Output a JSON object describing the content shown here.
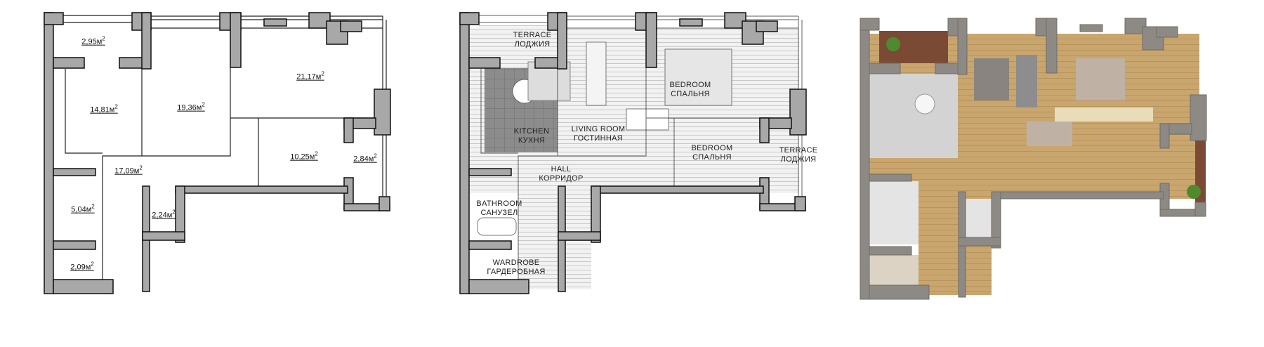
{
  "plans": {
    "area_plan": {
      "unit": "м",
      "unit_power": "2",
      "rooms": [
        {
          "area": "2,95"
        },
        {
          "area": "14,81"
        },
        {
          "area": "19,36"
        },
        {
          "area": "21,17"
        },
        {
          "area": "17,09"
        },
        {
          "area": "10,25"
        },
        {
          "area": "2,84"
        },
        {
          "area": "5,04"
        },
        {
          "area": "2,24"
        },
        {
          "area": "2,09"
        }
      ]
    },
    "furnished_plan": {
      "rooms": [
        {
          "en": "TERRACE",
          "ru": "ЛОДЖИЯ"
        },
        {
          "en": "KITCHEN",
          "ru": "КУХНЯ"
        },
        {
          "en": "LIVING ROOM",
          "ru": "ГОСТИННАЯ"
        },
        {
          "en": "BEDROOM",
          "ru": "СПАЛЬНЯ"
        },
        {
          "en": "BEDROOM",
          "ru": "СПАЛЬНЯ"
        },
        {
          "en": "TERRACE",
          "ru": "ЛОДЖИЯ"
        },
        {
          "en": "HALL",
          "ru": "КОРРИДОР"
        },
        {
          "en": "BATHROOM",
          "ru": "САНУЗЕЛ"
        },
        {
          "en": "WARDROBE",
          "ru": "ГАРДЕРОБНАЯ"
        }
      ]
    }
  },
  "colors": {
    "wall": "#a8a8a8",
    "wall_3d": "#8d8984",
    "wood": "#c9a66e",
    "tile": "#8a8a8a"
  }
}
